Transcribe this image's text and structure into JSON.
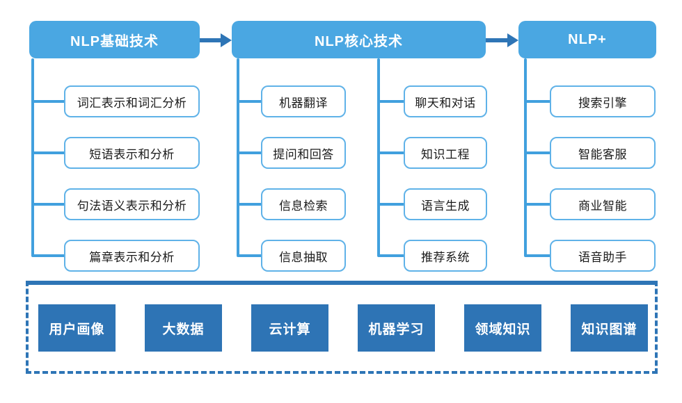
{
  "colors": {
    "stage_header_fill": "#4AA7E2",
    "connector_line": "#41A0DE",
    "node_border": "#5FB2E8",
    "node_text": "#1A1A1A",
    "arrow": "#2E75B6",
    "foundation_chip_fill": "#2E74B5",
    "foundation_border": "#2E75B6"
  },
  "flow": {
    "stages": [
      {
        "header": "NLP基础技术",
        "items": [
          "词汇表示和词汇分析",
          "短语表示和分析",
          "句法语义表示和分析",
          "篇章表示和分析"
        ]
      },
      {
        "header": "NLP核心技术",
        "items_left": [
          "机器翻译",
          "提问和回答",
          "信息检索",
          "信息抽取"
        ],
        "items_right": [
          "聊天和对话",
          "知识工程",
          "语言生成",
          "推荐系统"
        ]
      },
      {
        "header": "NLP+",
        "items": [
          "搜索引擎",
          "智能客服",
          "商业智能",
          "语音助手"
        ]
      }
    ]
  },
  "foundation": {
    "items": [
      "用户画像",
      "大数据",
      "云计算",
      "机器学习",
      "领域知识",
      "知识图谱"
    ]
  }
}
